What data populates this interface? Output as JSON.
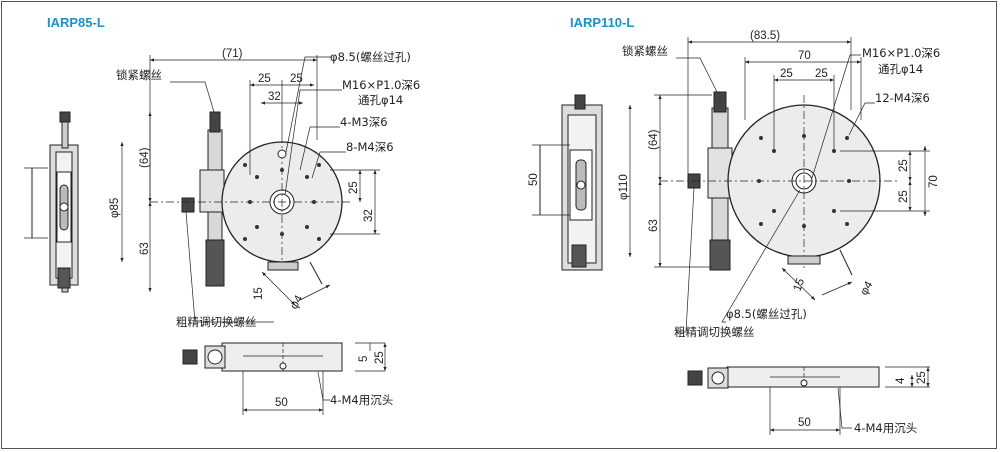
{
  "left_model": {
    "title": "IARP85-L",
    "labels": {
      "lock_screw": "锁紧螺丝",
      "coarse_fine": "粗精调切换螺丝",
      "thru_hole": "φ8.5(螺丝过孔)",
      "thread": "M16×P1.0深6",
      "thru_dia": "通孔φ14",
      "m3": "4-M3深6",
      "m4": "8-M4深6",
      "counterbore": "4-M4用沉头"
    },
    "dims": {
      "d71": "(71)",
      "d25a": "25",
      "d25b": "25",
      "d32": "32",
      "d64": "(64)",
      "d85": "φ85",
      "d63": "63",
      "d25r": "25",
      "d32r": "32",
      "d15": "15",
      "d4": "φ4",
      "d50": "50",
      "d5": "5",
      "d25s": "25"
    }
  },
  "right_model": {
    "title": "IARP110-L",
    "labels": {
      "lock_screw": "锁紧螺丝",
      "coarse_fine": "粗精调切换螺丝",
      "thru_hole": "φ8.5(螺丝过孔)",
      "thread": "M16×P1.0深6",
      "thru_dia": "通孔φ14",
      "m4": "12-M4深6",
      "counterbore": "4-M4用沉头"
    },
    "dims": {
      "d835": "(83.5)",
      "d70": "70",
      "d25a": "25",
      "d25b": "25",
      "d64": "(64)",
      "d50": "50",
      "d110": "φ110",
      "d63": "63",
      "d25r1": "25",
      "d25r2": "25",
      "d70r": "70",
      "d15": "15",
      "d4": "φ4",
      "d50b": "50",
      "d4s": "4",
      "d25s": "25"
    }
  }
}
